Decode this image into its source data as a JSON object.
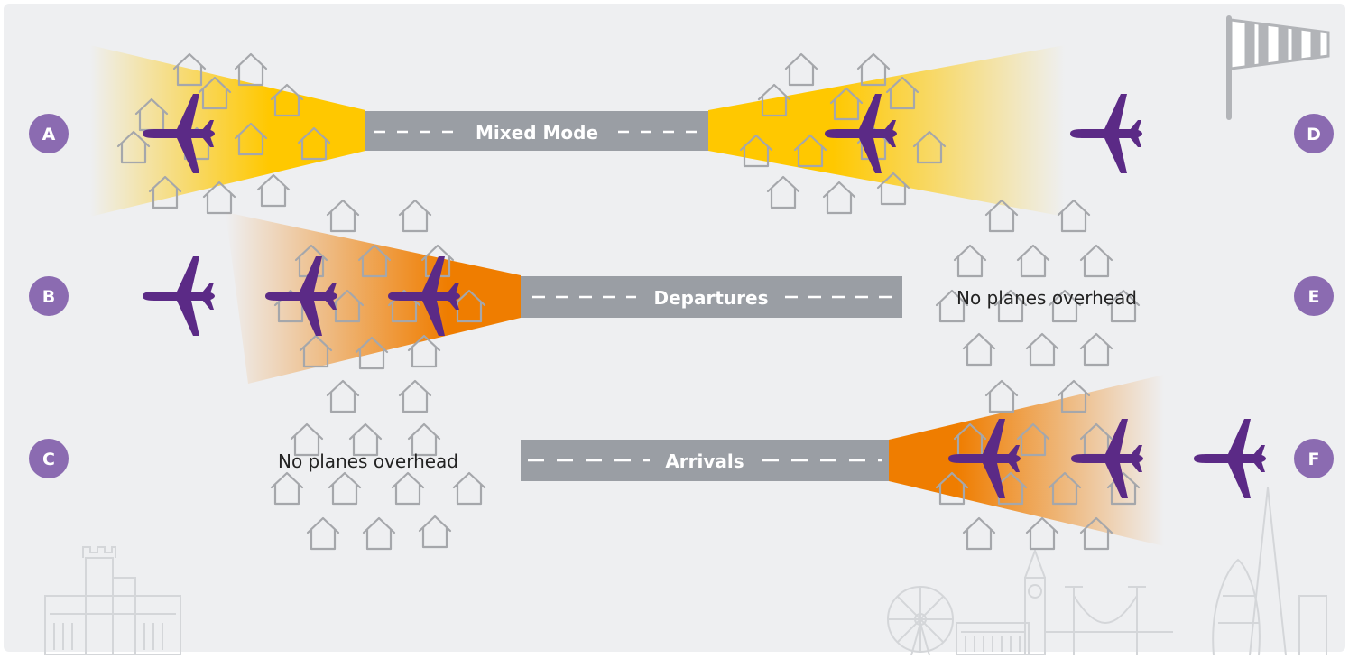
{
  "rows": [
    {
      "left_label": "A",
      "right_label": "D",
      "runway_label": "Mixed Mode"
    },
    {
      "left_label": "B",
      "right_label": "E",
      "runway_label": "Departures",
      "right_note": "No planes overhead"
    },
    {
      "left_label": "C",
      "right_label": "F",
      "runway_label": "Arrivals",
      "left_note": "No planes overhead"
    }
  ],
  "colors": {
    "background": "#eeeff1",
    "runway": "#9a9ea4",
    "plane": "#5b2a86",
    "badge": "#8b6bb1",
    "yellow_cone": "#ffc800",
    "orange_cone": "#ef7d00",
    "house": "#a5a7ab",
    "skyline": "#d6d7da"
  },
  "icons": [
    "plane-icon",
    "house-icon",
    "windsock-icon",
    "castle-icon",
    "skyline-icon"
  ]
}
